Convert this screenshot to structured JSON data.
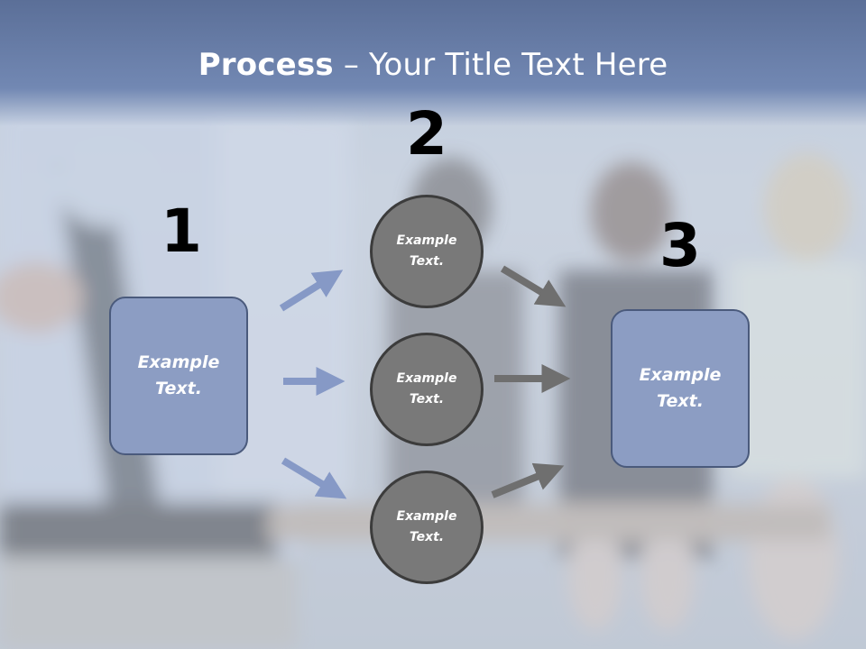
{
  "title": {
    "bold": "Process",
    "rest": " – Your Title Text Here"
  },
  "steps": [
    {
      "number": "1",
      "label": "Example\nText."
    },
    {
      "number": "2",
      "items": [
        "Example\nText.",
        "Example\nText.",
        "Example\nText."
      ]
    },
    {
      "number": "3",
      "label": "Example\nText."
    }
  ],
  "colors": {
    "header": "#6a7fab",
    "box_fill": "#8c9dc3",
    "circle_fill": "#797979",
    "left_arrows": "#8699c6",
    "right_arrows": "#6f6f6f"
  }
}
